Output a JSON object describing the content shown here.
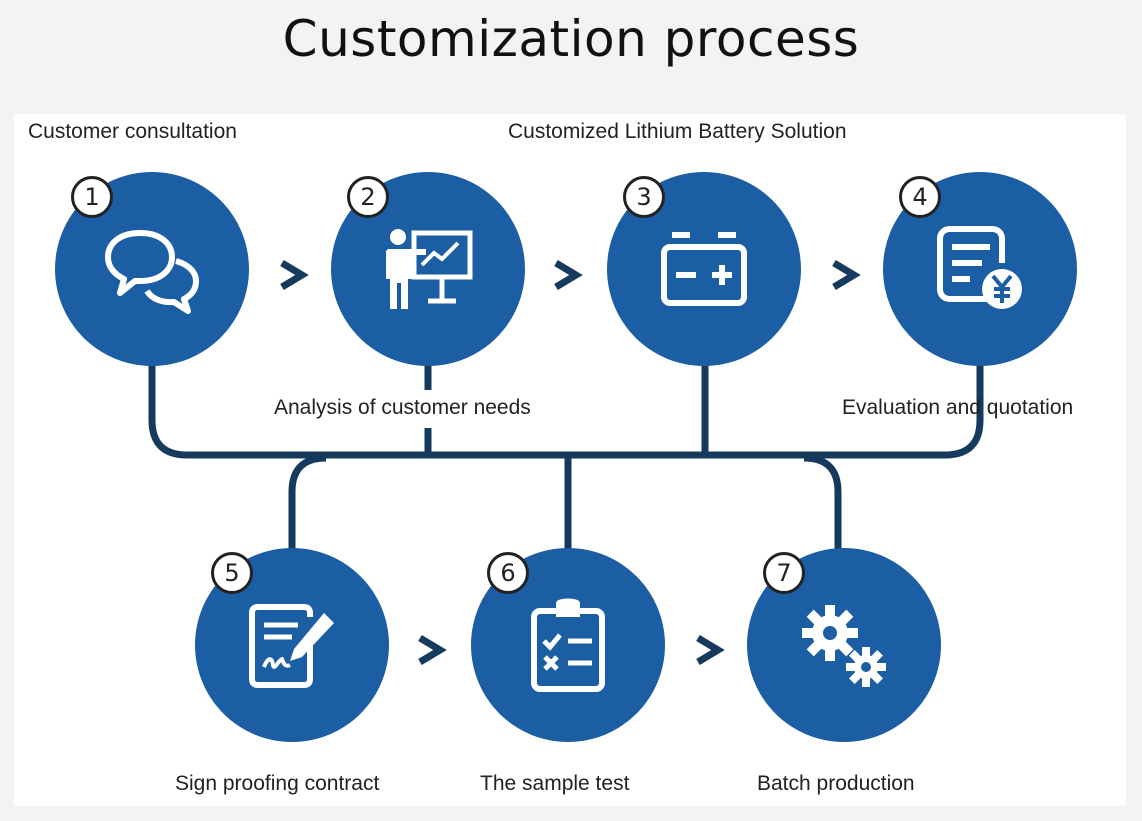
{
  "page": {
    "title": "Customization process"
  },
  "labels": {
    "customer_consultation": "Customer consultation",
    "solution": "Customized Lithium Battery Solution",
    "analysis": "Analysis of customer needs",
    "evaluation": "Evaluation and quotation",
    "sign": "Sign proofing contract",
    "sample": "The sample test",
    "batch": "Batch production"
  },
  "steps": [
    {
      "number": "1",
      "icon": "chat-bubbles-icon"
    },
    {
      "number": "2",
      "icon": "presentation-chart-icon"
    },
    {
      "number": "3",
      "icon": "battery-icon"
    },
    {
      "number": "4",
      "icon": "yen-invoice-icon"
    },
    {
      "number": "5",
      "icon": "signed-document-icon"
    },
    {
      "number": "6",
      "icon": "checklist-clipboard-icon"
    },
    {
      "number": "7",
      "icon": "gears-icon"
    }
  ],
  "colors": {
    "circle": "#1b5ea3",
    "connector": "#163a5e",
    "chevron": "#163a5e",
    "background": "#f3f3f3",
    "panel": "#ffffff"
  }
}
